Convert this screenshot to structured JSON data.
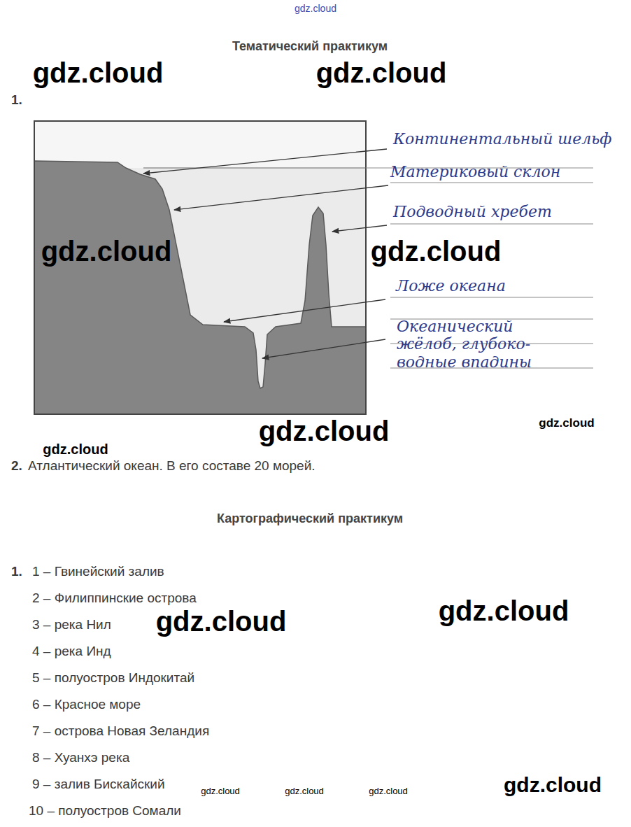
{
  "diagram": {
    "labels": [
      "gdz.cloud",
      "Тематический практикум",
      "gdz.cloud",
      "gdz.cloud",
      "1.",
      "Континентальный шельф",
      "Материковый склон",
      "Подводный хребет",
      "Ложе океана",
      "Океанический жёлоб, глубоко- водные впадины",
      "gdz.cloud",
      "gdz.cloud",
      "gdz.cloud",
      "gdz.cloud",
      "gdz.cloud",
      "2.",
      "Атлантический океан. В его составе 20 морей.",
      "Картографический практикум",
      "1.",
      "1 – Гвинейский залив",
      "2 – Филиппинские острова",
      "3 – река Нил",
      "4 – река Инд",
      "5 – полуостров Индокитай",
      "6 – Красное море",
      "7 – острова Новая Зеландия",
      "8 – Хуанхэ река",
      "9 – залив Бискайский",
      "10 – полуостров Сомали",
      "gdz.cloud",
      "gdz.cloud",
      "gdz.cloud",
      "gdz.cloud",
      "gdz.cloud",
      "gdz.cloud"
    ]
  }
}
